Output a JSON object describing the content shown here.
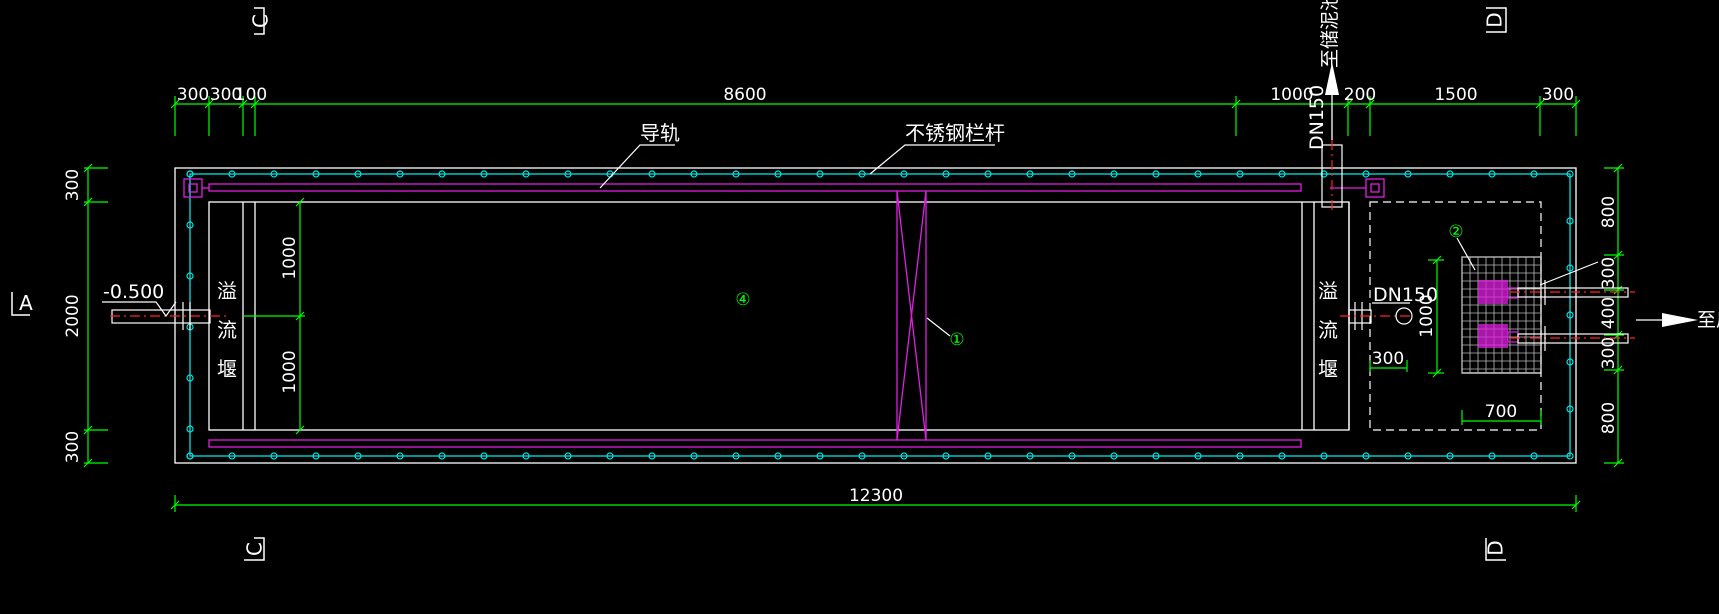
{
  "labels": {
    "guide_rail": "导轨",
    "railing": "不锈钢栏杆",
    "weir_char_1": "溢",
    "weir_char_2": "流",
    "weir_char_3": "堰",
    "elevation": "-0.500",
    "pipe_top": "DN150",
    "pipe_mid": "DN150",
    "to_top": "至储泥池",
    "to_right": "至后",
    "marker_1": "①",
    "marker_2": "②",
    "marker_4": "④",
    "section_a": "A",
    "section_c": "C",
    "section_d": "D"
  },
  "dimensions": {
    "top": [
      "300",
      "300",
      "100",
      "8600",
      "1000",
      "200",
      "1500",
      "300"
    ],
    "bottom_total": "12300",
    "left": [
      "300",
      "2000",
      "300"
    ],
    "inner_left": [
      "1000",
      "1000"
    ],
    "inner_right": [
      "1000",
      "300",
      "700"
    ],
    "right": [
      "800",
      "300",
      "400",
      "300",
      "800"
    ]
  },
  "colors": {
    "background": "#000000",
    "outline": "#ffffff",
    "dimension": "#00ff00",
    "railing": "#00e5e5",
    "rail": "#e020e0",
    "centerline": "#ff2020"
  }
}
